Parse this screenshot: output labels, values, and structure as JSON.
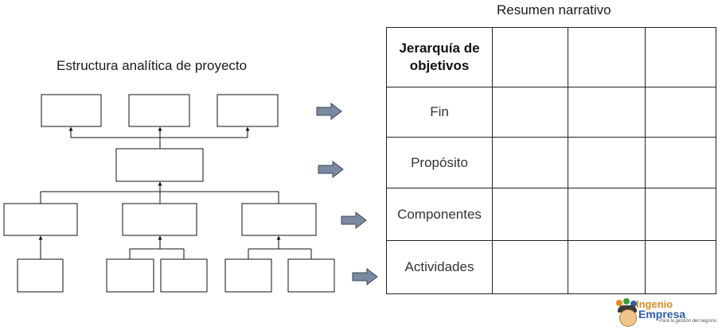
{
  "wbs": {
    "title": "Estructura analítica de proyecto"
  },
  "matrix": {
    "title": "Resumen narrativo",
    "header": "Jerarquía de objetivos",
    "rows": [
      "Fin",
      "Propósito",
      "Componentes",
      "Actividades"
    ]
  },
  "logo": {
    "name_line1": "Ingenio",
    "name_line2": "Empresa",
    "tagline": "Para la gestión del negocio"
  },
  "colors": {
    "arrow_fill": "#7a8aa3",
    "arrow_stroke": "#3d4656",
    "line": "#111111"
  }
}
